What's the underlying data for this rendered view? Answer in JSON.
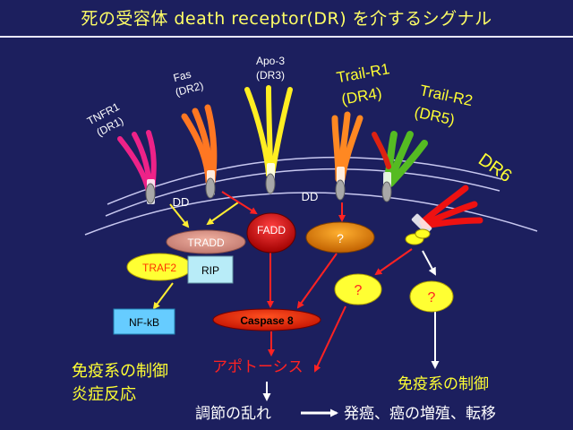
{
  "title": "死の受容体 death receptor(DR) を介するシグナル",
  "receptors": {
    "tnfr1": [
      "TNFR1",
      "(DR1)"
    ],
    "fas": [
      "Fas",
      "(DR2)"
    ],
    "apo3": [
      "Apo-3",
      "(DR3)"
    ],
    "trail_r1": [
      "Trail-R1",
      "(DR4)"
    ],
    "trail_r2": [
      "Trail-R2",
      "(DR5)"
    ],
    "dr6": "DR6"
  },
  "dd_left": "DD",
  "dd_right": "DD",
  "nodes": {
    "tradd": "TRADD",
    "fadd": "FADD",
    "unknown_main": "?",
    "traf2": "TRAF2",
    "rip": "RIP",
    "nfkb": "NF-kB",
    "caspase8": "Caspase 8",
    "unknown_dr6_left": "?",
    "unknown_dr6_right": "?"
  },
  "outcomes": {
    "immune_inflammation": [
      "免疫系の制御",
      "炎症反応"
    ],
    "apoptosis": "アポトーシス",
    "immune_dr6": "免疫系の制御",
    "dysregulation": "調節の乱れ",
    "cancer": "発癌、癌の増殖、転移"
  },
  "colors": {
    "background": "#1c1f5e",
    "title": "#ffff66",
    "receptor_label_white": "#ffffff",
    "receptor_label_yellow": "#ffff33",
    "tnfr1": "#ee2288",
    "fas": "#ff7722",
    "apo3": "#ffee22",
    "trail_r1": "#ff8822",
    "trail_r2_green": "#55bb22",
    "trail_r2_red": "#dd2211",
    "dr6": "#ee1111",
    "arrow_red": "#ff2222",
    "arrow_yellow": "#ffee33",
    "arrow_white": "#ffffff",
    "apoptosis_text": "#ff2222"
  }
}
